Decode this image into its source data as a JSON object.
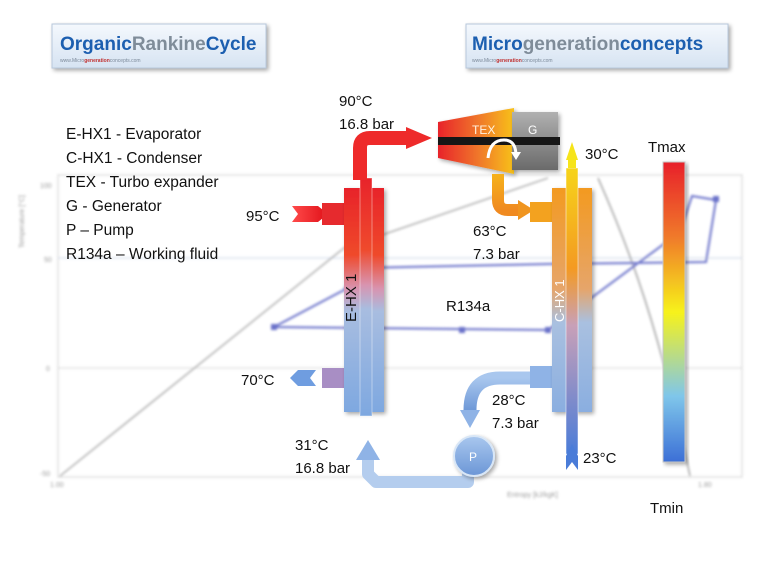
{
  "header": {
    "left_logo": {
      "part1": "Organic",
      "part2": "Rankine",
      "part3": "Cycle",
      "url_pre": "www.",
      "url_mid": "Micro",
      "url_bold": "generation",
      "url_post": "concepts.com"
    },
    "right_logo": {
      "part1": "Micro",
      "part2": "generation",
      "part3": "concepts",
      "url_pre": "www.",
      "url_mid": "Micro",
      "url_bold": "generation",
      "url_post": "concepts.com"
    }
  },
  "legend": [
    "E-HX1 - Evaporator",
    "C-HX1 - Condenser",
    "TEX - Turbo expander",
    "G - Generator",
    "P – Pump",
    "R134a – Working fluid"
  ],
  "background_chart": {
    "ylabel": "Temperature [°C]",
    "xlabel": "Entropy [kJ/kgK]",
    "y_ticks": [
      "100",
      "50",
      "0",
      "-50"
    ],
    "x_ticks": [
      "1.00",
      "1.80"
    ]
  },
  "components": {
    "evaporator": "E-HX 1",
    "condenser": "C-HX 1",
    "turbine": "TEX",
    "generator": "G",
    "pump": "P",
    "fluid": "R134a"
  },
  "states": {
    "turbine_inlet": {
      "temp": "90°C",
      "pressure": "16.8 bar"
    },
    "hot_in": {
      "temp": "95°C"
    },
    "turbine_outlet": {
      "temp": "63°C",
      "pressure": "7.3 bar"
    },
    "cold_out": {
      "temp": "30°C"
    },
    "hot_out": {
      "temp": "70°C"
    },
    "condenser_outlet": {
      "temp": "28°C",
      "pressure": "7.3 bar"
    },
    "pump_outlet": {
      "temp": "31°C",
      "pressure": "16.8 bar"
    },
    "cold_in": {
      "temp": "23°C"
    }
  },
  "scale": {
    "max": "Tmax",
    "min": "Tmin"
  },
  "colors": {
    "brand_blue": "#1f5fb0",
    "brand_grey": "#7f8c99",
    "hot": "#e8262c",
    "cold": "#8db4e2",
    "cycle_line": "#5058c0"
  }
}
